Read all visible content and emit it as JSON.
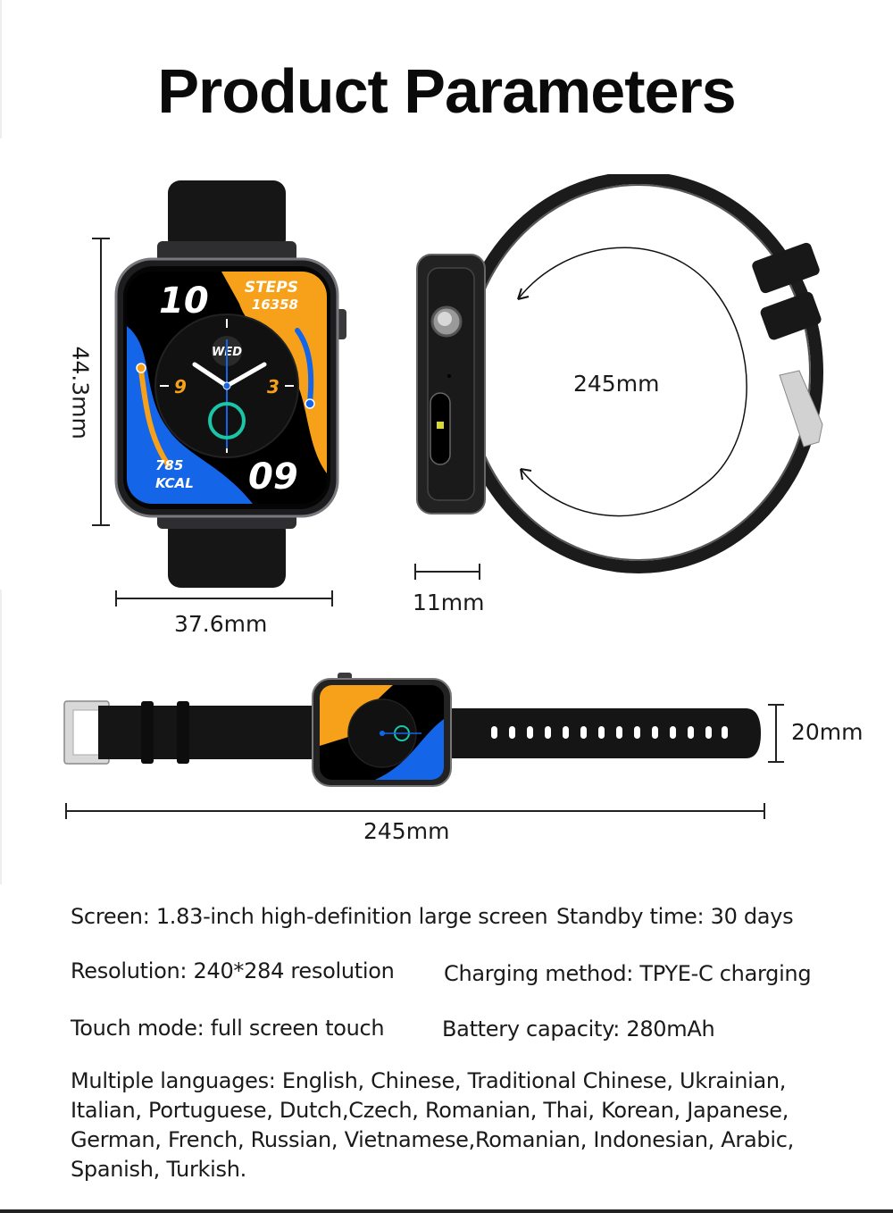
{
  "page": {
    "title": "Product Parameters"
  },
  "front_view": {
    "height_label": "44.3mm",
    "width_label": "37.6mm",
    "watch_face": {
      "hour": "10",
      "minute": "09",
      "steps_label": "STEPS",
      "steps_value": "16358",
      "kcal_value": "785",
      "kcal_label": "KCAL",
      "day": "WED",
      "dial_left_number": "9",
      "dial_right_number": "3"
    }
  },
  "side_view": {
    "circumference_label": "245mm",
    "thickness_label": "11mm"
  },
  "flat_view": {
    "strap_width_label": "20mm",
    "total_length_label": "245mm"
  },
  "specs": {
    "screen": "Screen: 1.83-inch high-definition large screen",
    "standby": "Standby time: 30 days",
    "resolution": "Resolution: 240*284 resolution",
    "charging": "Charging method: TPYE-C charging",
    "touch": "Touch mode: full screen touch",
    "battery": "Battery capacity: 280mAh",
    "languages": "Multiple languages: English, Chinese, Traditional Chinese, Ukrainian, Italian, Portuguese, Dutch,Czech, Romanian, Thai, Korean, Japanese, German, French, Russian, Vietnamese,Romanian, Indonesian, Arabic, Spanish, Turkish."
  },
  "colors": {
    "orange": "#F7A11A",
    "blue": "#1565E8",
    "teal": "#19C7A8",
    "case": "#2b2b2e",
    "strap": "#151515"
  }
}
